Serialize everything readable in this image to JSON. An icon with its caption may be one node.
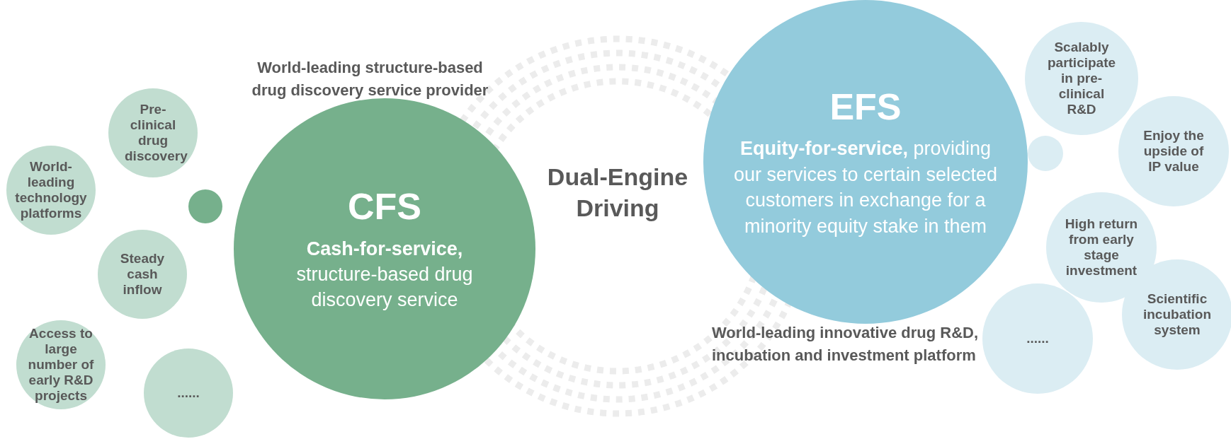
{
  "diagram": {
    "nodes": [
      {
        "text": [
          "Pre-clinical drug discovery"
        ]
      },
      {
        "text": [
          "World-leading technology platforms"
        ]
      },
      {
        "text": [],
        "shape": "circle"
      },
      {
        "text": [
          "Steady cash inflow"
        ]
      },
      {
        "text": [
          "Access to large number of early R&D projects"
        ]
      },
      {
        "text": [
          "......"
        ]
      },
      {
        "text": [
          "CFS",
          "**Cash-for-service,** structure-based drug discovery service"
        ]
      },
      {
        "text": [
          "EFS",
          "**Equity-for-service,** providing our services to certain selected customers in exchange for a minority equity stake in them"
        ]
      },
      {
        "text": [
          "Scalably participate in pre-clinical R&D"
        ]
      },
      {
        "text": [
          "Enjoy the upside of IP value"
        ]
      },
      {
        "text": [],
        "shape": "circle"
      },
      {
        "text": [
          "High return from early stage investment"
        ]
      },
      {
        "text": [
          "......"
        ]
      },
      {
        "text": [
          "Scientific incubation system"
        ]
      }
    ],
    "edges": [],
    "labels": [
      "World-leading structure-based drug discovery service provider",
      "Dual-Engine Driving",
      "World-leading innovative drug R&D, incubation and investment platform"
    ]
  }
}
